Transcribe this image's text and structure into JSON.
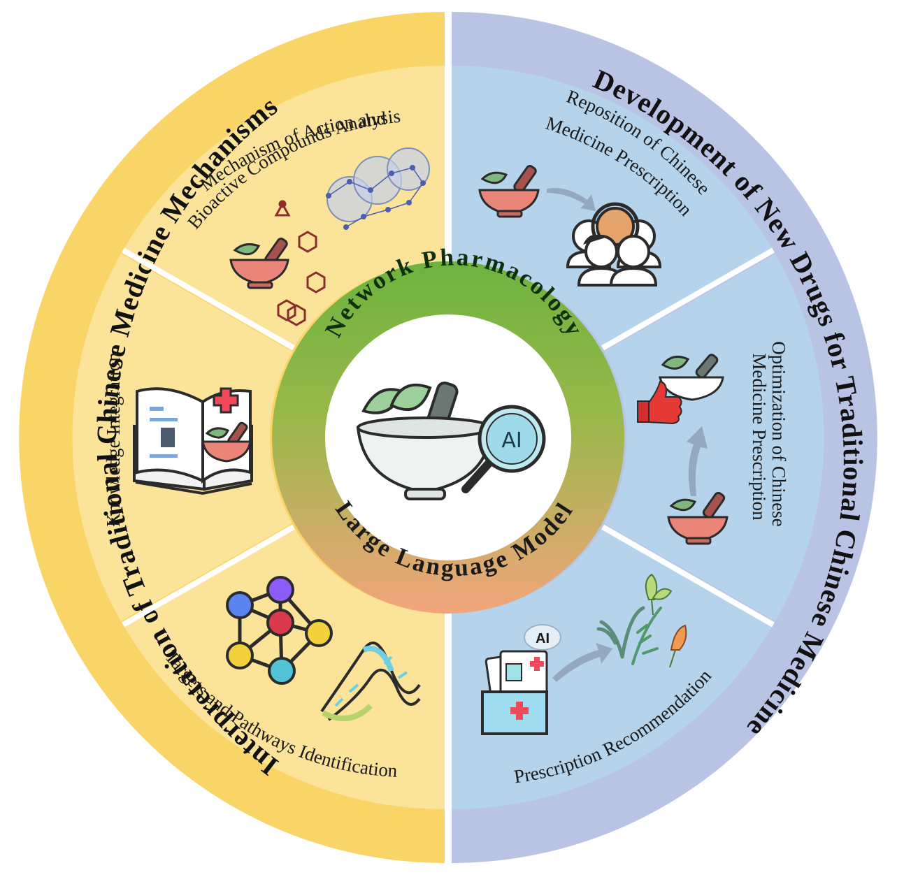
{
  "outer_ring": {
    "left_text": "Interpretation of Traditional Chinese Medicine Mechanisms",
    "right_text": "Development of New Drugs for Traditional Chinese Medicine"
  },
  "segments": {
    "mechanism": {
      "line1": "Mechanism of Action and",
      "line2": "Bioactive Compounds  Analysis"
    },
    "knowledge": {
      "line1": "Knowledge Integration"
    },
    "targets": {
      "line1": "Targets and Pathways Identification"
    },
    "reposition": {
      "line1": "Reposition of Chinese",
      "line2": "Medicine Prescription"
    },
    "optimization": {
      "line1": "Optimization of Chinese",
      "line2": "Medicine Prescription"
    },
    "recommendation": {
      "line1": "Prescription Recommendation"
    }
  },
  "core": {
    "top_text": "Network  Pharmacology",
    "bottom_text": "Large  Language  Model",
    "ai_icon_text": "AI",
    "ai_badge_text": "AI"
  },
  "colors": {
    "left_outer": "#f9d466",
    "left_inner": "#fbe39a",
    "right_outer": "#b9c3e4",
    "right_inner": "#b5d3ea",
    "core_top": "#6db33f",
    "core_bottom": "#f2a57c"
  },
  "icons": [
    "mortar-pestle-icon",
    "molecule-network-icon",
    "chemical-structure-icon",
    "book-icon",
    "medical-cross-icon",
    "node-network-icon",
    "dna-helix-icon",
    "doctors-group-icon",
    "thumbs-up-icon",
    "herbs-icon",
    "medical-folder-icon",
    "magnifier-ai-icon"
  ]
}
